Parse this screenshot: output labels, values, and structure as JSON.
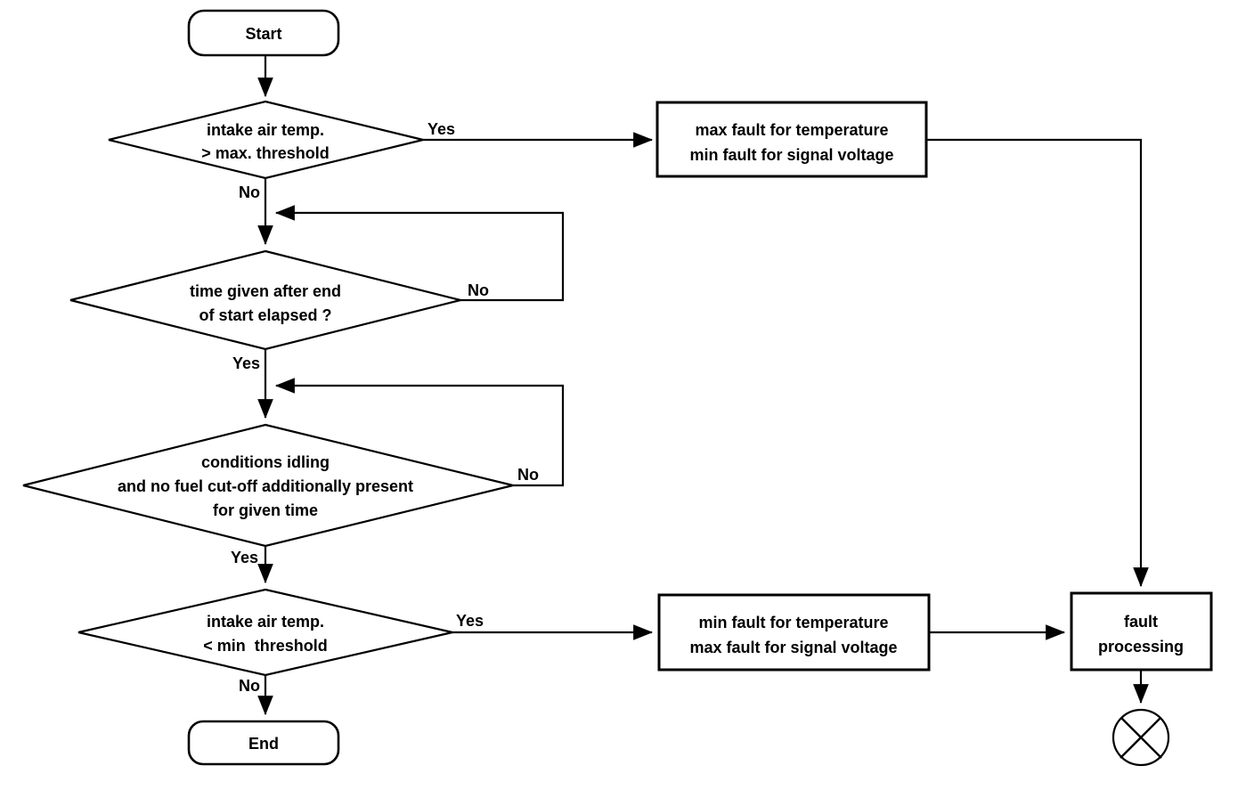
{
  "colors": {
    "stroke": "#000000",
    "background": "#ffffff",
    "text": "#000000"
  },
  "nodes": {
    "start": {
      "label": "Start"
    },
    "decision_max": {
      "line1": "intake air temp.",
      "line2": "> max. threshold"
    },
    "process_max_fault": {
      "line1": "max fault for temperature",
      "line2": "min fault for signal voltage"
    },
    "decision_time": {
      "line1": "time given after end",
      "line2": "of start elapsed ?"
    },
    "decision_idling": {
      "line1": "conditions idling",
      "line2": "and no fuel cut-off additionally present",
      "line3": "for given time"
    },
    "decision_min": {
      "line1": "intake air temp.",
      "line2": "< min  threshold"
    },
    "process_min_fault": {
      "line1": "min fault for temperature",
      "line2": "max fault for signal voltage"
    },
    "fault_processing": {
      "line1": "fault",
      "line2": "processing"
    },
    "end": {
      "label": "End"
    }
  },
  "edge_labels": {
    "decision_max_yes": "Yes",
    "decision_max_no": "No",
    "decision_time_no": "No",
    "decision_time_yes": "Yes",
    "decision_idling_no": "No",
    "decision_idling_yes": "Yes",
    "decision_min_yes": "Yes",
    "decision_min_no": "No"
  }
}
